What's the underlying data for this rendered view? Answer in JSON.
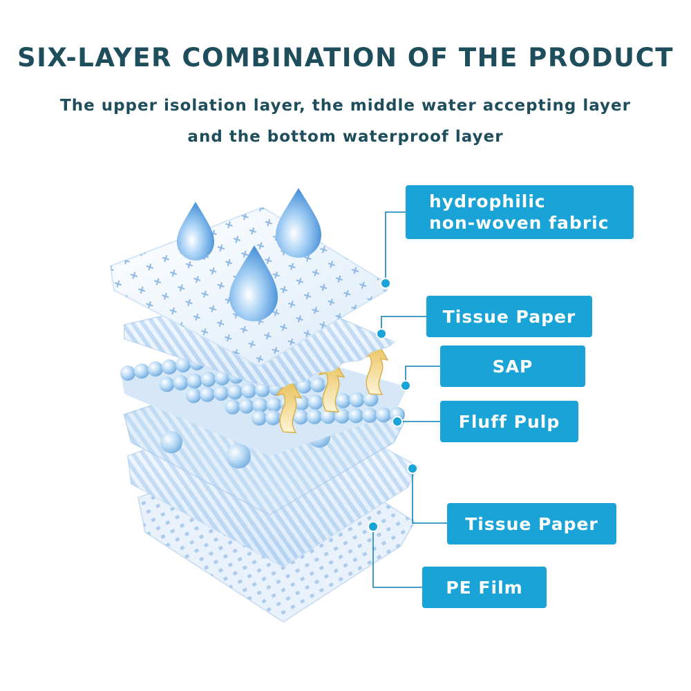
{
  "header": {
    "title": "SIX-LAYER COMBINATION OF THE PRODUCT",
    "subtitle_line1": "The upper isolation layer, the middle water accepting layer",
    "subtitle_line2": "and the bottom waterproof layer"
  },
  "layers": [
    {
      "line1": "hydrophilic",
      "line2": "non-woven fabric"
    },
    {
      "label": "Tissue Paper"
    },
    {
      "label": "SAP"
    },
    {
      "label": "Fluff Pulp"
    },
    {
      "label": "Tissue Paper"
    },
    {
      "label": "PE Film"
    }
  ],
  "colors": {
    "title": "#1e4d5c",
    "label_bg": "#1aa3d6",
    "label_text": "#ffffff",
    "connector": "#2a8fc2",
    "droplet": "#5fa8e6",
    "arrow": "#f2d27a"
  }
}
